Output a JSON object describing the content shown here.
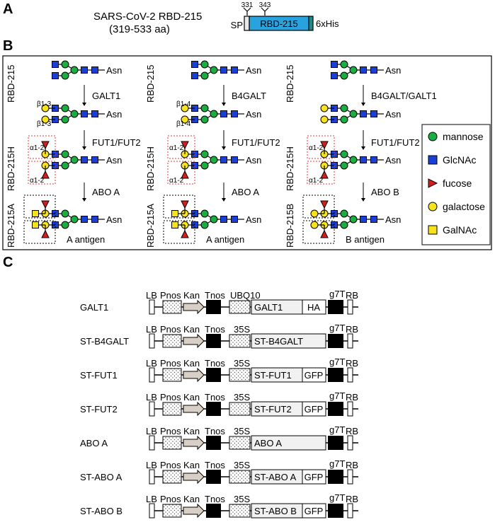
{
  "panelA": {
    "letter": "A",
    "title": "SARS-CoV-2 RBD-215",
    "range": "(319-533 aa)",
    "site1": "331",
    "site2": "343",
    "sp": "SP",
    "construct": "RBD-215",
    "tag": "6xHis"
  },
  "panelB": {
    "letter": "B",
    "asn": "Asn",
    "b13": "β1-3",
    "b14": "β1-4",
    "a12": "α1-2",
    "col1": {
      "top_label": "RBD-215",
      "enzyme1": "GALT1",
      "enzyme2": "FUT1/FUT2",
      "enzyme3": "ABO A",
      "label_h": "RBD-215H",
      "label_final": "RBD-215A",
      "antigen": "A antigen"
    },
    "col2": {
      "top_label": "RBD-215",
      "enzyme1": "B4GALT",
      "enzyme2": "FUT1/FUT2",
      "enzyme3": "ABO A",
      "label_h": "RBD-215H",
      "label_final": "RBD-215A",
      "antigen": "A antigen"
    },
    "col3": {
      "top_label": "RBD-215",
      "enzyme1": "B4GALT/GALT1",
      "enzyme2": "FUT1/FUT2",
      "enzyme3": "ABO B",
      "label_h": "RBD-215H",
      "label_final": "RBD-215B",
      "antigen": "B antigen"
    },
    "legend": [
      {
        "label": "mannose",
        "icon": "circle",
        "color": "#1aad3f"
      },
      {
        "label": "GlcNAc",
        "icon": "square",
        "color": "#1a3fd6"
      },
      {
        "label": "fucose",
        "icon": "triangle",
        "color": "#d41e1e"
      },
      {
        "label": "galactose",
        "icon": "circle",
        "color": "#f7e31b"
      },
      {
        "label": "GalNAc",
        "icon": "square",
        "color": "#f7e31b"
      }
    ]
  },
  "panelC": {
    "letter": "C",
    "common": {
      "lb": "LB",
      "pnos": "Pnos",
      "kan": "Kan",
      "tnos": "Tnos",
      "g7t": "g7T",
      "rb": "RB"
    },
    "constructs": [
      {
        "name": "GALT1",
        "promoter": "UBQ10",
        "gene": "GALT1",
        "tag": "HA"
      },
      {
        "name": "ST-B4GALT",
        "promoter": "35S",
        "gene": "ST-B4GALT",
        "tag": ""
      },
      {
        "name": "ST-FUT1",
        "promoter": "35S",
        "gene": "ST-FUT1",
        "tag": "GFP"
      },
      {
        "name": "ST-FUT2",
        "promoter": "35S",
        "gene": "ST-FUT2",
        "tag": "GFP"
      },
      {
        "name": "ABO A",
        "promoter": "35S",
        "gene": "ABO A",
        "tag": ""
      },
      {
        "name": "ST-ABO A",
        "promoter": "35S",
        "gene": "ST-ABO A",
        "tag": "GFP"
      },
      {
        "name": "ST-ABO B",
        "promoter": "35S",
        "gene": "ST-ABO B",
        "tag": "GFP"
      }
    ]
  },
  "colors": {
    "mannose": "#1aad3f",
    "glcnac": "#1a3fd6",
    "fucose": "#d41e1e",
    "galactose": "#f7e31b",
    "rbd_fill": "#29a3dd",
    "sp_fill": "#e8e8e8",
    "his_fill": "#1f8a8a",
    "kan_fill": "#d8d0c4",
    "gene_fill": "#f1f1f1",
    "dashed_red": "#e23a3a"
  }
}
